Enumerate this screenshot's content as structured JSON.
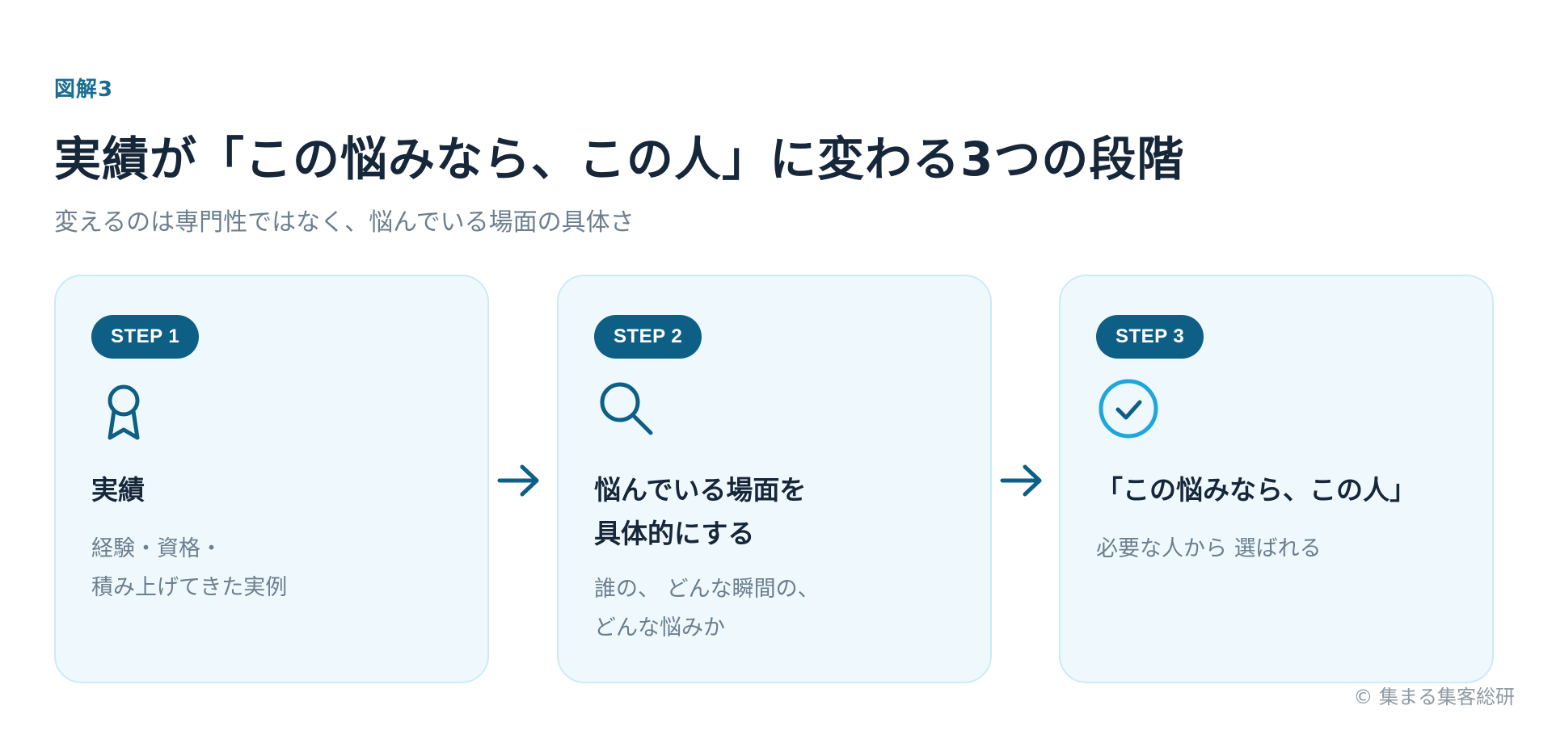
{
  "header": {
    "eyebrow": "図解3",
    "title": "実績が「この悩みなら、この人」に変わる3つの段階",
    "subtitle": "変えるのは専門性ではなく、悩んでいる場面の具体さ"
  },
  "steps": [
    {
      "badge": "STEP 1",
      "icon": "award-ribbon-icon",
      "heading_lines": [
        "実績"
      ],
      "body_lines": [
        "経験・資格・",
        "積み上げてきた実例"
      ]
    },
    {
      "badge": "STEP 2",
      "icon": "search-icon",
      "heading_lines": [
        "悩んでいる場面を",
        "具体的にする"
      ],
      "body_lines": [
        "誰の、 どんな瞬間の、",
        "どんな悩みか"
      ]
    },
    {
      "badge": "STEP 3",
      "icon": "check-circle-icon",
      "heading_lines": [
        "「この悩みなら、この人」"
      ],
      "body_lines": [
        "必要な人から 選ばれる"
      ]
    }
  ],
  "footer": {
    "copyright": "© 集まる集客総研"
  },
  "colors": {
    "accent": "#0d5f86",
    "eyebrow": "#1a6d91",
    "check_ring": "#1fa6dc",
    "card_background": "#eff9fd",
    "card_border": "#cdeaf5",
    "title_text": "#17273a",
    "muted_text": "#6b7f8e"
  }
}
